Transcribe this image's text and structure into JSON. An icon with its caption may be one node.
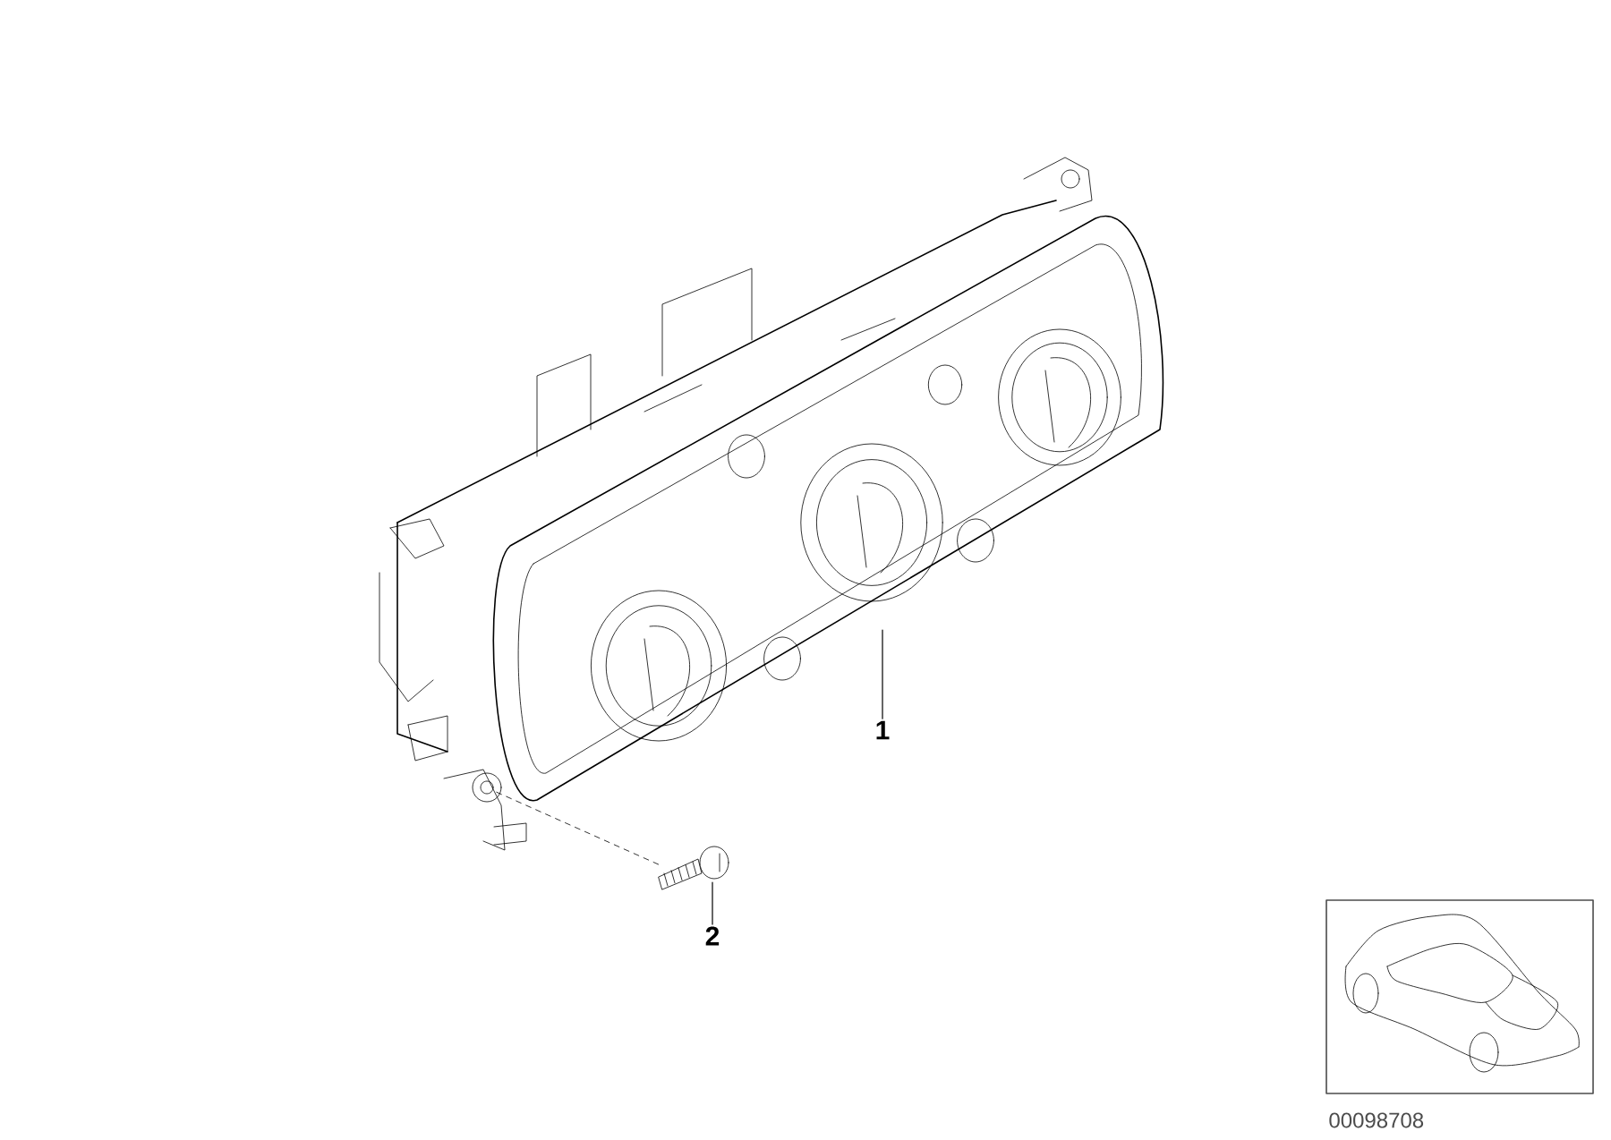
{
  "diagram": {
    "nodes": [
      {
        "text": [
          "1"
        ]
      },
      {
        "text": [],
        "shape": "picture"
      },
      {
        "text": [
          "2"
        ]
      },
      {
        "text": [],
        "shape": "picture"
      }
    ],
    "edges": [
      {
        "from": 0,
        "to": 1,
        "arrow": "none"
      },
      {
        "from": 2,
        "to": 3,
        "arrow": "none"
      },
      {
        "from": 3,
        "to": 1,
        "arrow": "none",
        "style": "dashed"
      }
    ],
    "labels": [
      "00098708"
    ]
  }
}
